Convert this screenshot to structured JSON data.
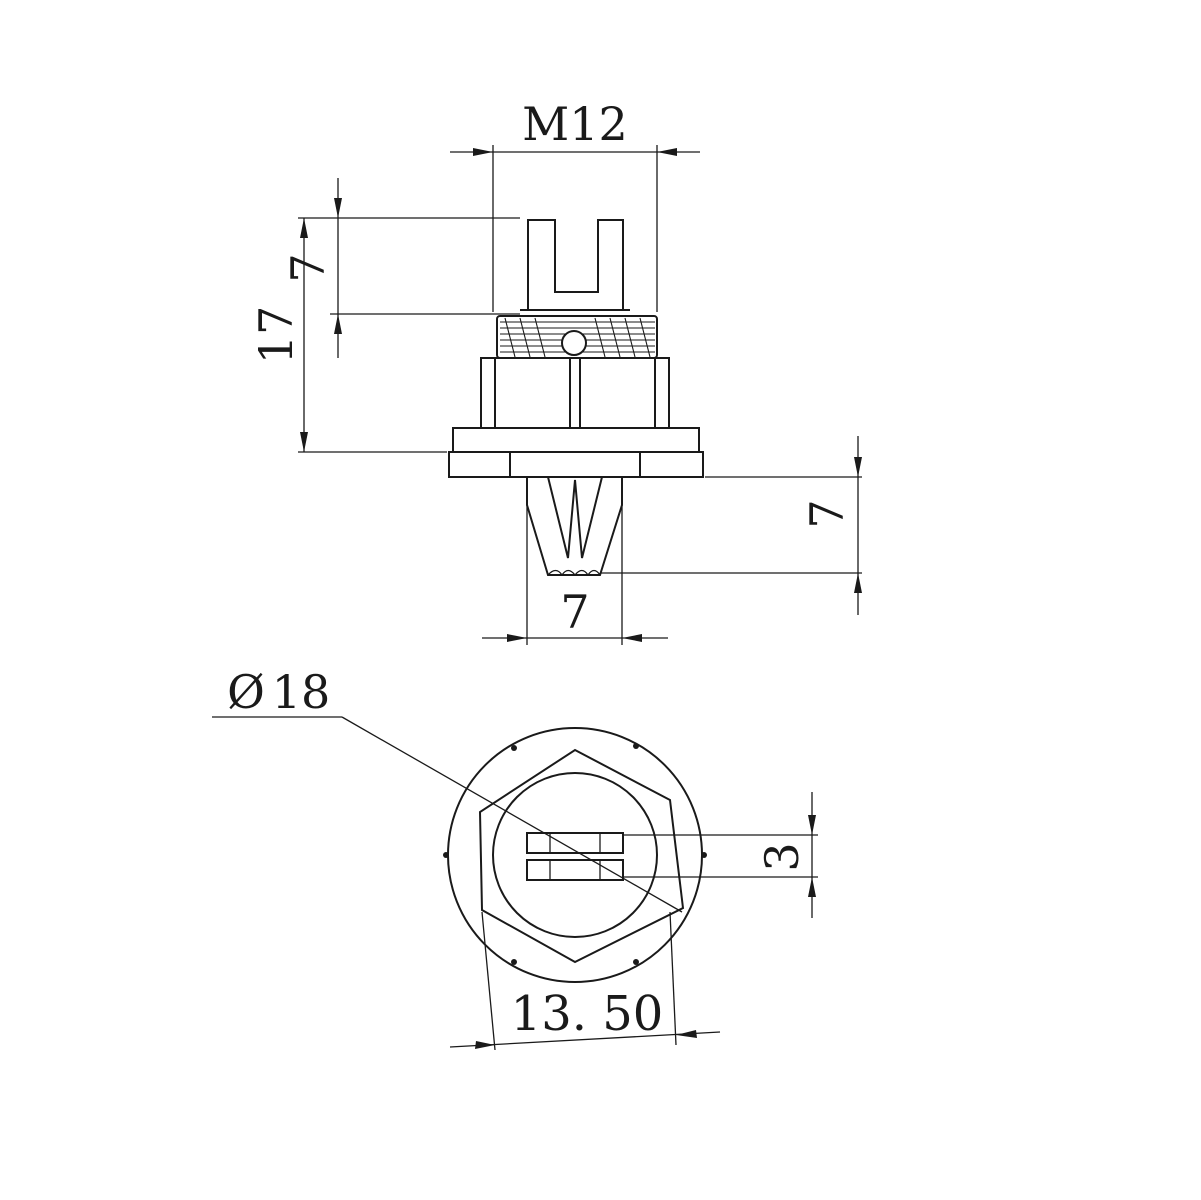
{
  "drawing": {
    "dimensions": {
      "thread": "M12",
      "overall_height": "17",
      "pin_height": "7",
      "tail_length": "7",
      "tail_width": "7",
      "diameter_symbol": "Ø",
      "diameter": "18",
      "slot_gap": "3",
      "hex_size": "13. 50"
    }
  }
}
